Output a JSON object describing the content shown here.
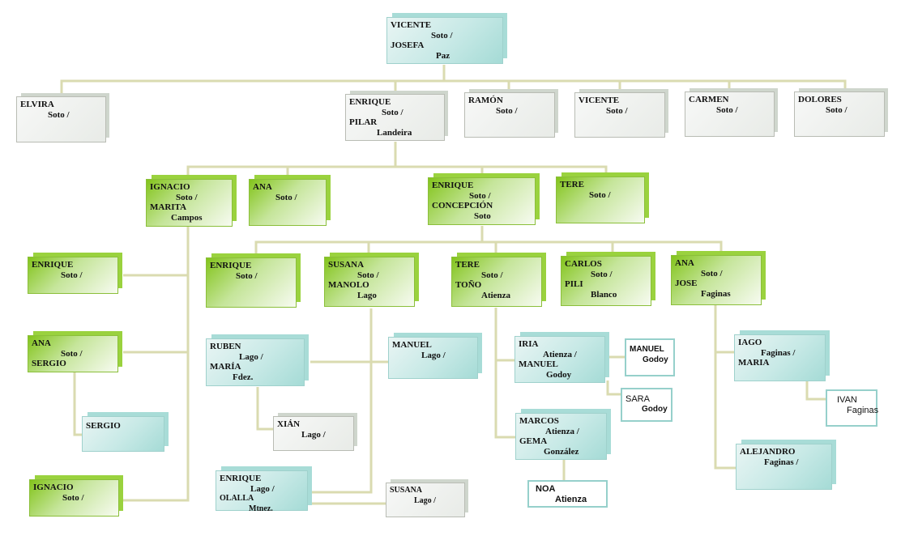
{
  "family_tree": {
    "vicente_root": {
      "name": "VICENTE",
      "surname": "Soto /",
      "partner": "JOSEFA",
      "partner_surname": "Paz"
    },
    "gen2": [
      {
        "name": "ELVIRA",
        "surname": "Soto /"
      },
      {
        "name": "ENRIQUE",
        "surname": "Soto /",
        "partner": "PILAR",
        "partner_surname": "Landeira"
      },
      {
        "name": "RAMÓN",
        "surname": "Soto /"
      },
      {
        "name": "VICENTE",
        "surname": "Soto /"
      },
      {
        "name": "CARMEN",
        "surname": "Soto /"
      },
      {
        "name": "DOLORES",
        "surname": "Soto /"
      }
    ],
    "gen3": [
      {
        "name": "IGNACIO",
        "surname": "Soto /",
        "partner": "MARITA",
        "partner_surname": "Campos"
      },
      {
        "name": "ANA",
        "surname": "Soto  /"
      },
      {
        "name": "ENRIQUE",
        "surname": "Soto  /",
        "partner": "CONCEPCIÓN",
        "partner_surname": "Soto"
      },
      {
        "name": "TERE",
        "surname": "Soto  /"
      }
    ],
    "ignacio_children": [
      {
        "name": "ENRIQUE",
        "surname": "Soto /"
      },
      {
        "name": "ANA",
        "surname": "Soto /",
        "partner": "SERGIO"
      },
      {
        "name": "IGNACIO",
        "surname": "Soto /"
      }
    ],
    "ana_child": {
      "name": "SERGIO"
    },
    "enrique_children": [
      {
        "name": "ENRIQUE",
        "surname": "Soto  /"
      },
      {
        "name": "SUSANA",
        "surname": "Soto  /",
        "partner": "MANOLO",
        "partner_surname": "Lago"
      },
      {
        "name": "TERE",
        "surname": "Soto  /",
        "partner": "TOÑO",
        "partner_surname": "Atienza"
      },
      {
        "name": "CARLOS",
        "surname": "Soto  /",
        "partner": "PILI",
        "partner_surname": "Blanco"
      },
      {
        "name": "ANA",
        "surname": "Soto  /",
        "partner": "JOSE",
        "partner_surname": "Faginas"
      }
    ],
    "susana_children": [
      {
        "name": "RUBEN",
        "surname": "Lago /",
        "partner": "MARÍA",
        "partner_surname": "Fdez."
      },
      {
        "name": "MANUEL",
        "surname": "Lago /"
      },
      {
        "name": "ENRIQUE",
        "surname": "Lago /",
        "partner": "OLALLA",
        "partner_surname": "Mtnez."
      },
      {
        "name": "SUSANA",
        "surname": "Lago /"
      }
    ],
    "ruben_child": {
      "name": "XIÁN",
      "surname": "Lago /"
    },
    "tere_children": [
      {
        "name": "IRIA",
        "surname": "Atienza /",
        "partner": "MANUEL",
        "partner_surname": "Godoy"
      },
      {
        "name": "MARCOS",
        "surname": "Atienza /",
        "partner": "GEMA",
        "partner_surname": "González"
      }
    ],
    "iria_partner_box": {
      "name": "MANUEL",
      "surname": "Godoy"
    },
    "iria_child": {
      "name": "SARA",
      "surname": "Godoy"
    },
    "marcos_child": {
      "name": "NOA",
      "surname": "Atienza"
    },
    "ana_jose_children": [
      {
        "name": "IAGO",
        "surname": "Faginas /",
        "partner": "MARIA"
      },
      {
        "name": "ALEJANDRO",
        "surname": "Faginas /"
      }
    ],
    "iago_child": {
      "name": "IVAN",
      "surname": "Faginas"
    }
  },
  "colors": {
    "line": "#dadbb0",
    "green": "#8cc63f",
    "teal": "#a8dcd7",
    "gray": "#e8ebe7"
  }
}
